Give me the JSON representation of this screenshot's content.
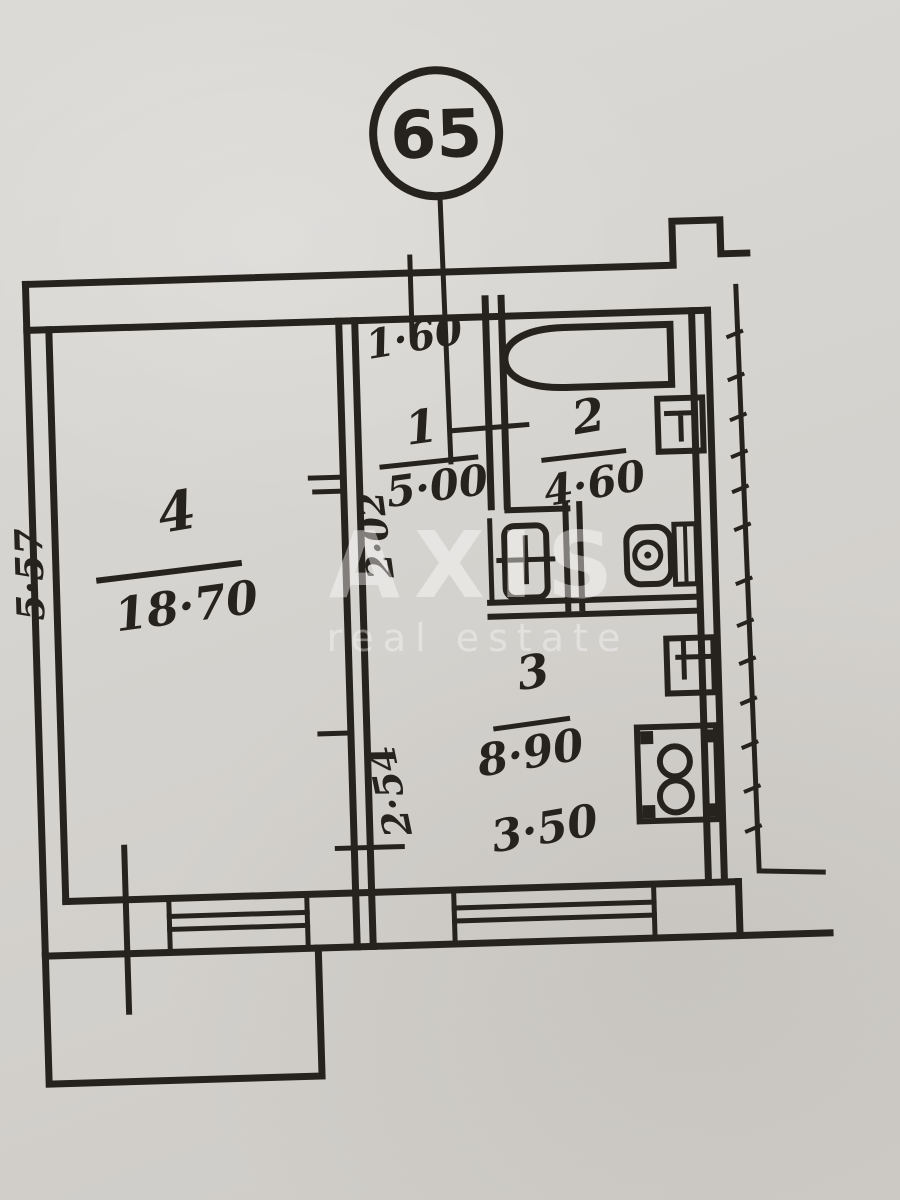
{
  "plan": {
    "unit_number": "65",
    "rooms": [
      {
        "number": "1",
        "area": "5·00"
      },
      {
        "number": "2",
        "area": "4·60"
      },
      {
        "number": "3",
        "area": "8·90"
      },
      {
        "number": "4",
        "area": "18·70"
      }
    ],
    "dimensions": {
      "hall_width": "1·60",
      "hall_depth": "2·02",
      "room4_width": "5·57",
      "kitchen_depth": "2·54",
      "kitchen_width": "3·50"
    },
    "watermark": {
      "line1": "AXIS",
      "line2": "real estate"
    },
    "colors": {
      "ink": "#26221e",
      "paper": "#d5d3cf"
    }
  }
}
